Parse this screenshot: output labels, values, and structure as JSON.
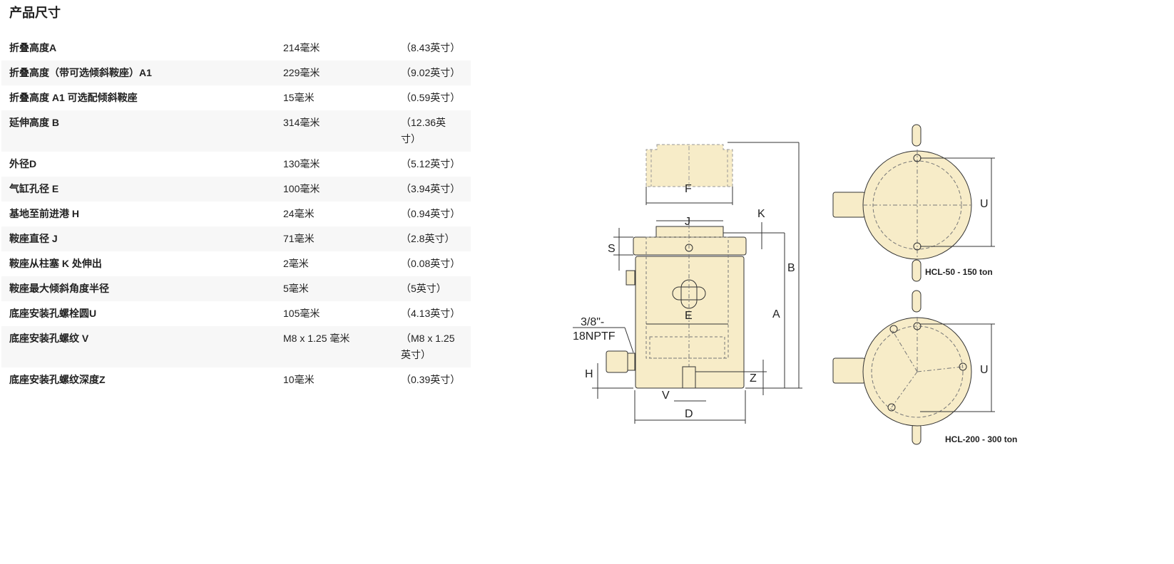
{
  "title": "产品尺寸",
  "rows": [
    {
      "label": "折叠高度A",
      "mm": "214毫米",
      "inch": "（8.43英寸）"
    },
    {
      "label": "折叠高度（带可选倾斜鞍座）A1",
      "mm": "229毫米",
      "inch": "（9.02英寸）"
    },
    {
      "label": "折叠高度 A1 可选配倾斜鞍座",
      "mm": "15毫米",
      "inch": "（0.59英寸）"
    },
    {
      "label": "延伸高度 B",
      "mm": "314毫米",
      "inch": "（12.36英寸）"
    },
    {
      "label": "外径D",
      "mm": "130毫米",
      "inch": "（5.12英寸）"
    },
    {
      "label": "气缸孔径 E",
      "mm": "100毫米",
      "inch": "（3.94英寸）"
    },
    {
      "label": "基地至前进港 H",
      "mm": "24毫米",
      "inch": "（0.94英寸）"
    },
    {
      "label": "鞍座直径 J",
      "mm": "71毫米",
      "inch": "（2.8英寸）"
    },
    {
      "label": "鞍座从柱塞 K 处伸出",
      "mm": "2毫米",
      "inch": "（0.08英寸）"
    },
    {
      "label": "鞍座最大倾斜角度半径",
      "mm": "5毫米",
      "inch": "（5英寸）"
    },
    {
      "label": "底座安装孔螺栓圆U",
      "mm": "105毫米",
      "inch": "（4.13英寸）"
    },
    {
      "label": "底座安装孔螺纹 V",
      "mm": "M8 x 1.25 毫米",
      "inch": "（M8 x 1.25 英寸）"
    },
    {
      "label": "底座安装孔螺纹深度Z",
      "mm": "10毫米",
      "inch": "（0.39英寸）"
    }
  ],
  "diagram": {
    "labels": {
      "F": "F",
      "J": "J",
      "K": "K",
      "S": "S",
      "B": "B",
      "A": "A",
      "E": "E",
      "port1": "3/8\"-",
      "port2": "18NPTF",
      "H": "H",
      "Z": "Z",
      "V": "V",
      "D": "D",
      "U1": "U",
      "U2": "U"
    },
    "caption1": "HCL-50 - 150 ton",
    "caption2": "HCL-200 - 300 ton",
    "fill": "#f7ecc8"
  }
}
